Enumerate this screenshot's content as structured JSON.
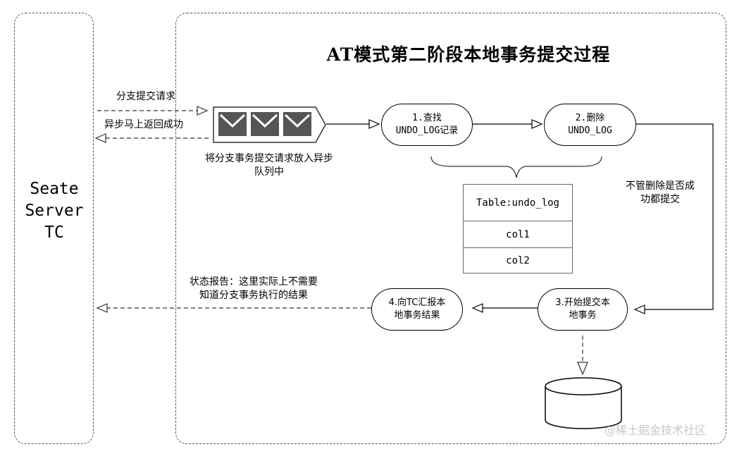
{
  "title": "AT模式第二阶段本地事务提交过程",
  "tc": {
    "label": "Seate\nServer\nTC"
  },
  "labels": {
    "branch_request": "分支提交请求",
    "async_return": "异步马上返回成功",
    "queue_note": "将分支事务提交请求放入异步\n队列中",
    "commit_anyway": "不管删除是否成\n功都提交",
    "status_report": "状态报告：这里实际上不需要\n知道分支事务执行的结果"
  },
  "nodes": {
    "query": "1.查找\nUNDO_LOG记录",
    "delete": "2.删除\nUNDO_LOG",
    "commit": "3.开始提交本\n地事务",
    "report": "4.向TC汇报本\n地事务结果"
  },
  "table": {
    "header": "Table:undo_log",
    "rows": [
      "col1",
      "col2"
    ]
  },
  "watermark": "@稀土掘金技术社区"
}
